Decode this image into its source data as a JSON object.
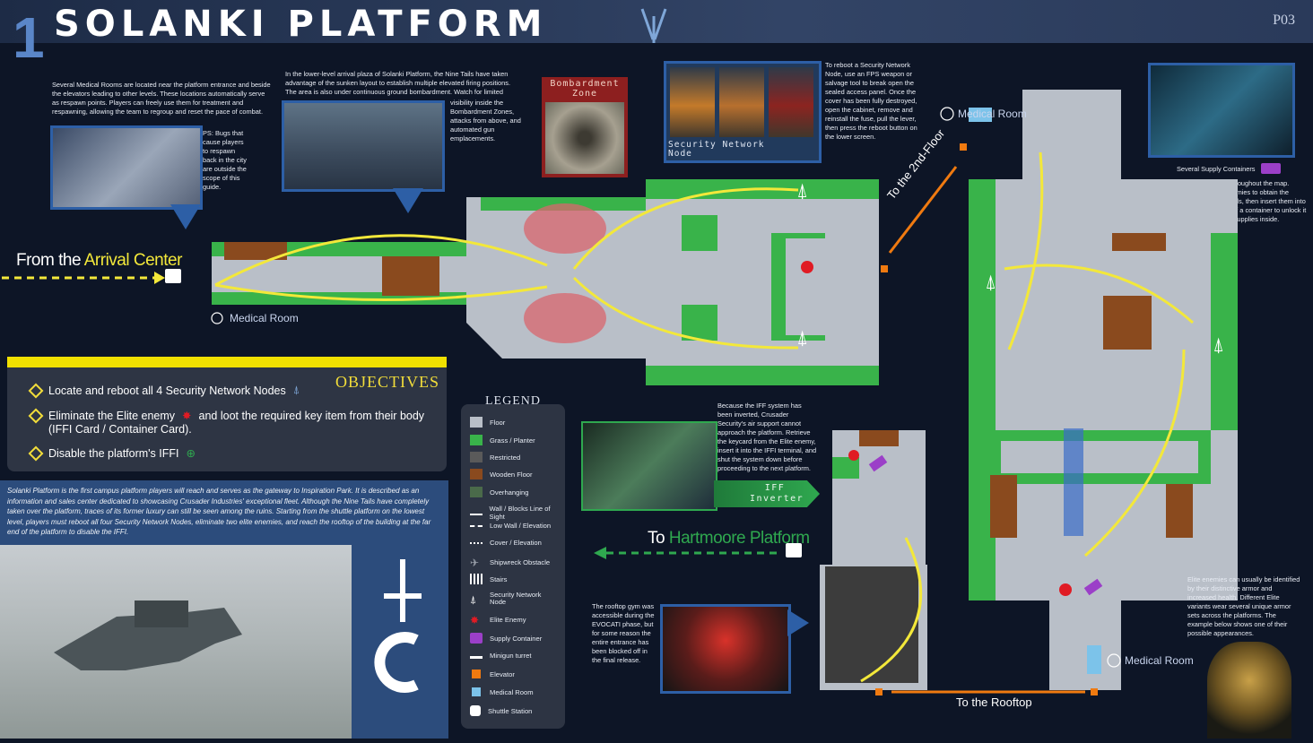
{
  "header": {
    "chapter": "1",
    "title": "SOLANKI PLATFORM",
    "page": "P03"
  },
  "notes": {
    "medical_rooms": "Several Medical Rooms are located near the platform entrance and beside the elevators leading to other levels. These locations automatically serve as respawn points. Players can freely use them for treatment and respawning, allowing the team to regroup and reset the pace of combat.",
    "ps_bugs": "PS: Bugs that cause players to respawn back in the city are outside the scope of this guide.",
    "plaza": "In the lower-level arrival plaza of Solanki Platform, the Nine Tails have taken advantage of the sunken layout to establish multiple elevated firing positions. The area is also under continuous ground bombardment. Watch for limited",
    "plaza_cont": "visibility inside the Bombardment Zones, attacks from above, and automated gun emplacements.",
    "reboot": "To reboot a Security Network Node, use an FPS weapon or salvage tool to break open the sealed access panel. Once the cover has been fully destroyed, open the cabinet, remove and reinstall the fuse, pull the lever, then press the reboot button on the lower screen.",
    "supply_title": "Several Supply Containers",
    "supply": "are scattered throughout the map. Defeat Elite enemies to obtain the required keycards, then insert them into the side panel of a container to unlock it and collect the supplies inside.",
    "iff": "Because the IFF system has been inverted, Crusader Security's air support cannot approach the platform. Retrieve the keycard from the Elite enemy, insert it into the IFFI terminal, and shut the system down before proceeding to the next platform.",
    "rooftop_gym": "The rooftop gym was accessible during the EVOCATI phase, but for some reason the entire entrance has been blocked off in the final release.",
    "elite": "Elite enemies can usually be identified by their distinctive armor and increased health. Different Elite variants wear several unique armor sets across the platforms. The example below shows one of their possible appearances."
  },
  "photo_labels": {
    "bombardment": "Bombardment Zone",
    "security_node": "Security Network Node",
    "iff_inverter": "IFF Inverter"
  },
  "map_labels": {
    "from_arrival": "From the ",
    "arrival_center": "Arrival Center",
    "medical_room": "Medical Room",
    "to_2nd_floor": "To the 2nd-Floor",
    "to": "To ",
    "hartmoore": "Hartmoore Platform",
    "to_rooftop": "To the Rooftop"
  },
  "objectives": {
    "title": "OBJECTIVES",
    "items": [
      "Locate and reboot all 4 Security Network Nodes",
      "Eliminate the Elite enemy",
      "and loot the required key item from their body",
      "(IFFI Card / Container Card).",
      "Disable the platform's IFFI"
    ]
  },
  "story": "Solanki Platform is the first campus platform players will reach and serves as the gateway to Inspiration Park. It is described as an information and sales center dedicated to showcasing Crusader Industries' exceptional fleet. Although the Nine Tails have completely taken over the platform, traces of its former luxury can still be seen among the ruins. Starting from the shuttle platform on the lowest level, players must reboot all four Security Network Nodes, eliminate two elite enemies, and reach the rooftop of the building at the far end of the platform to disable the IFFI.",
  "legend": {
    "title": "LEGEND",
    "items": [
      {
        "label": "Floor",
        "icon": "floor-swatch",
        "color": "#b9bfc8"
      },
      {
        "label": "Grass / Planter",
        "icon": "grass-swatch",
        "color": "#39b34a"
      },
      {
        "label": "Restricted",
        "icon": "restricted-swatch",
        "color": "#5a5a5a"
      },
      {
        "label": "Wooden Floor",
        "icon": "wood-swatch",
        "color": "#8a4a1e"
      },
      {
        "label": "Overhanging",
        "icon": "overhang-swatch",
        "color": "#4a6a4a"
      },
      {
        "label": "Wall / Blocks Line of Sight",
        "icon": "wall-line",
        "color": "#ffffff"
      },
      {
        "label": "Low Wall / Elevation",
        "icon": "lowwall-line",
        "color": "#ffffff"
      },
      {
        "label": "Cover / Elevation",
        "icon": "cover-line",
        "color": "#ffffff"
      },
      {
        "label": "Shipwreck Obstacle",
        "icon": "shipwreck-icon",
        "color": "#9aa0aa"
      },
      {
        "label": "Stairs",
        "icon": "stairs-icon",
        "color": "#ffffff"
      },
      {
        "label": "Security Network Node",
        "icon": "node-icon",
        "color": "#ffffff"
      },
      {
        "label": "Elite Enemy",
        "icon": "elite-icon",
        "color": "#e01b24"
      },
      {
        "label": "Supply Container",
        "icon": "container-icon",
        "color": "#9b3fc8"
      },
      {
        "label": "Minigun turret",
        "icon": "turret-icon",
        "color": "#ffffff"
      },
      {
        "label": "Elevator",
        "icon": "elevator-icon",
        "color": "#f07a10"
      },
      {
        "label": "Medical Room",
        "icon": "medical-icon",
        "color": "#7cc3ea"
      },
      {
        "label": "Shuttle Station",
        "icon": "shuttle-icon",
        "color": "#ffffff"
      }
    ]
  },
  "colors": {
    "accent_yellow": "#f1e000",
    "route_yellow": "#f3e83a",
    "arrow_orange": "#f07a10",
    "arrow_green": "#2fa84f",
    "floor": "#b9bfc8",
    "grass": "#39b34a",
    "wood": "#8a4a1e",
    "elite_red": "#e01b24",
    "container_purple": "#9b3fc8"
  }
}
